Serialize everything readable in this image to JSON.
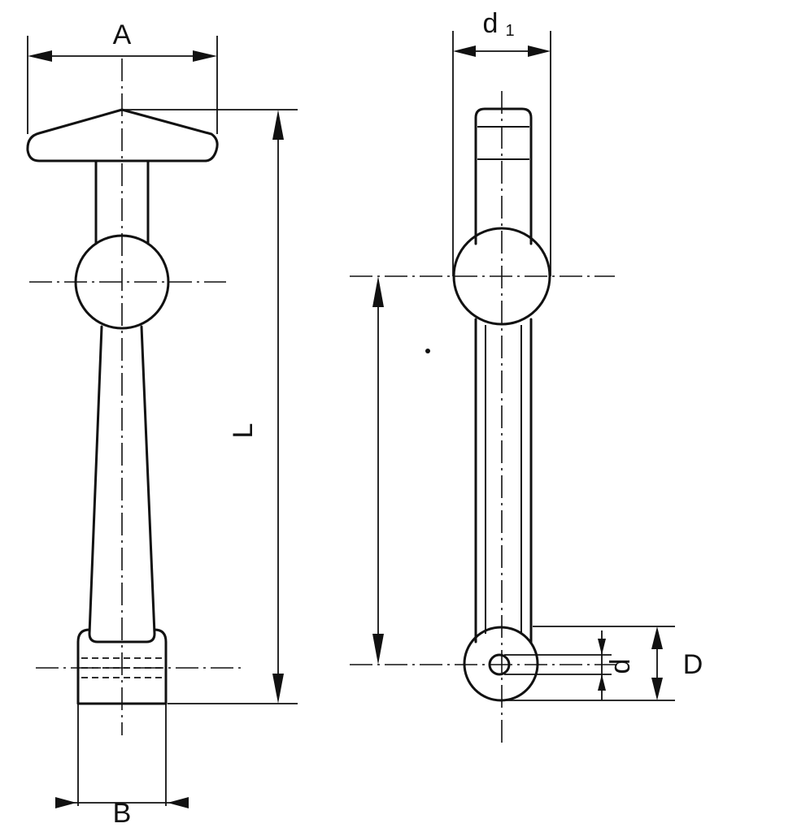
{
  "labels": {
    "A": "A",
    "B": "B",
    "L": "L",
    "d1_main": "d",
    "d1_sub": "1",
    "d": "d",
    "D": "D"
  }
}
